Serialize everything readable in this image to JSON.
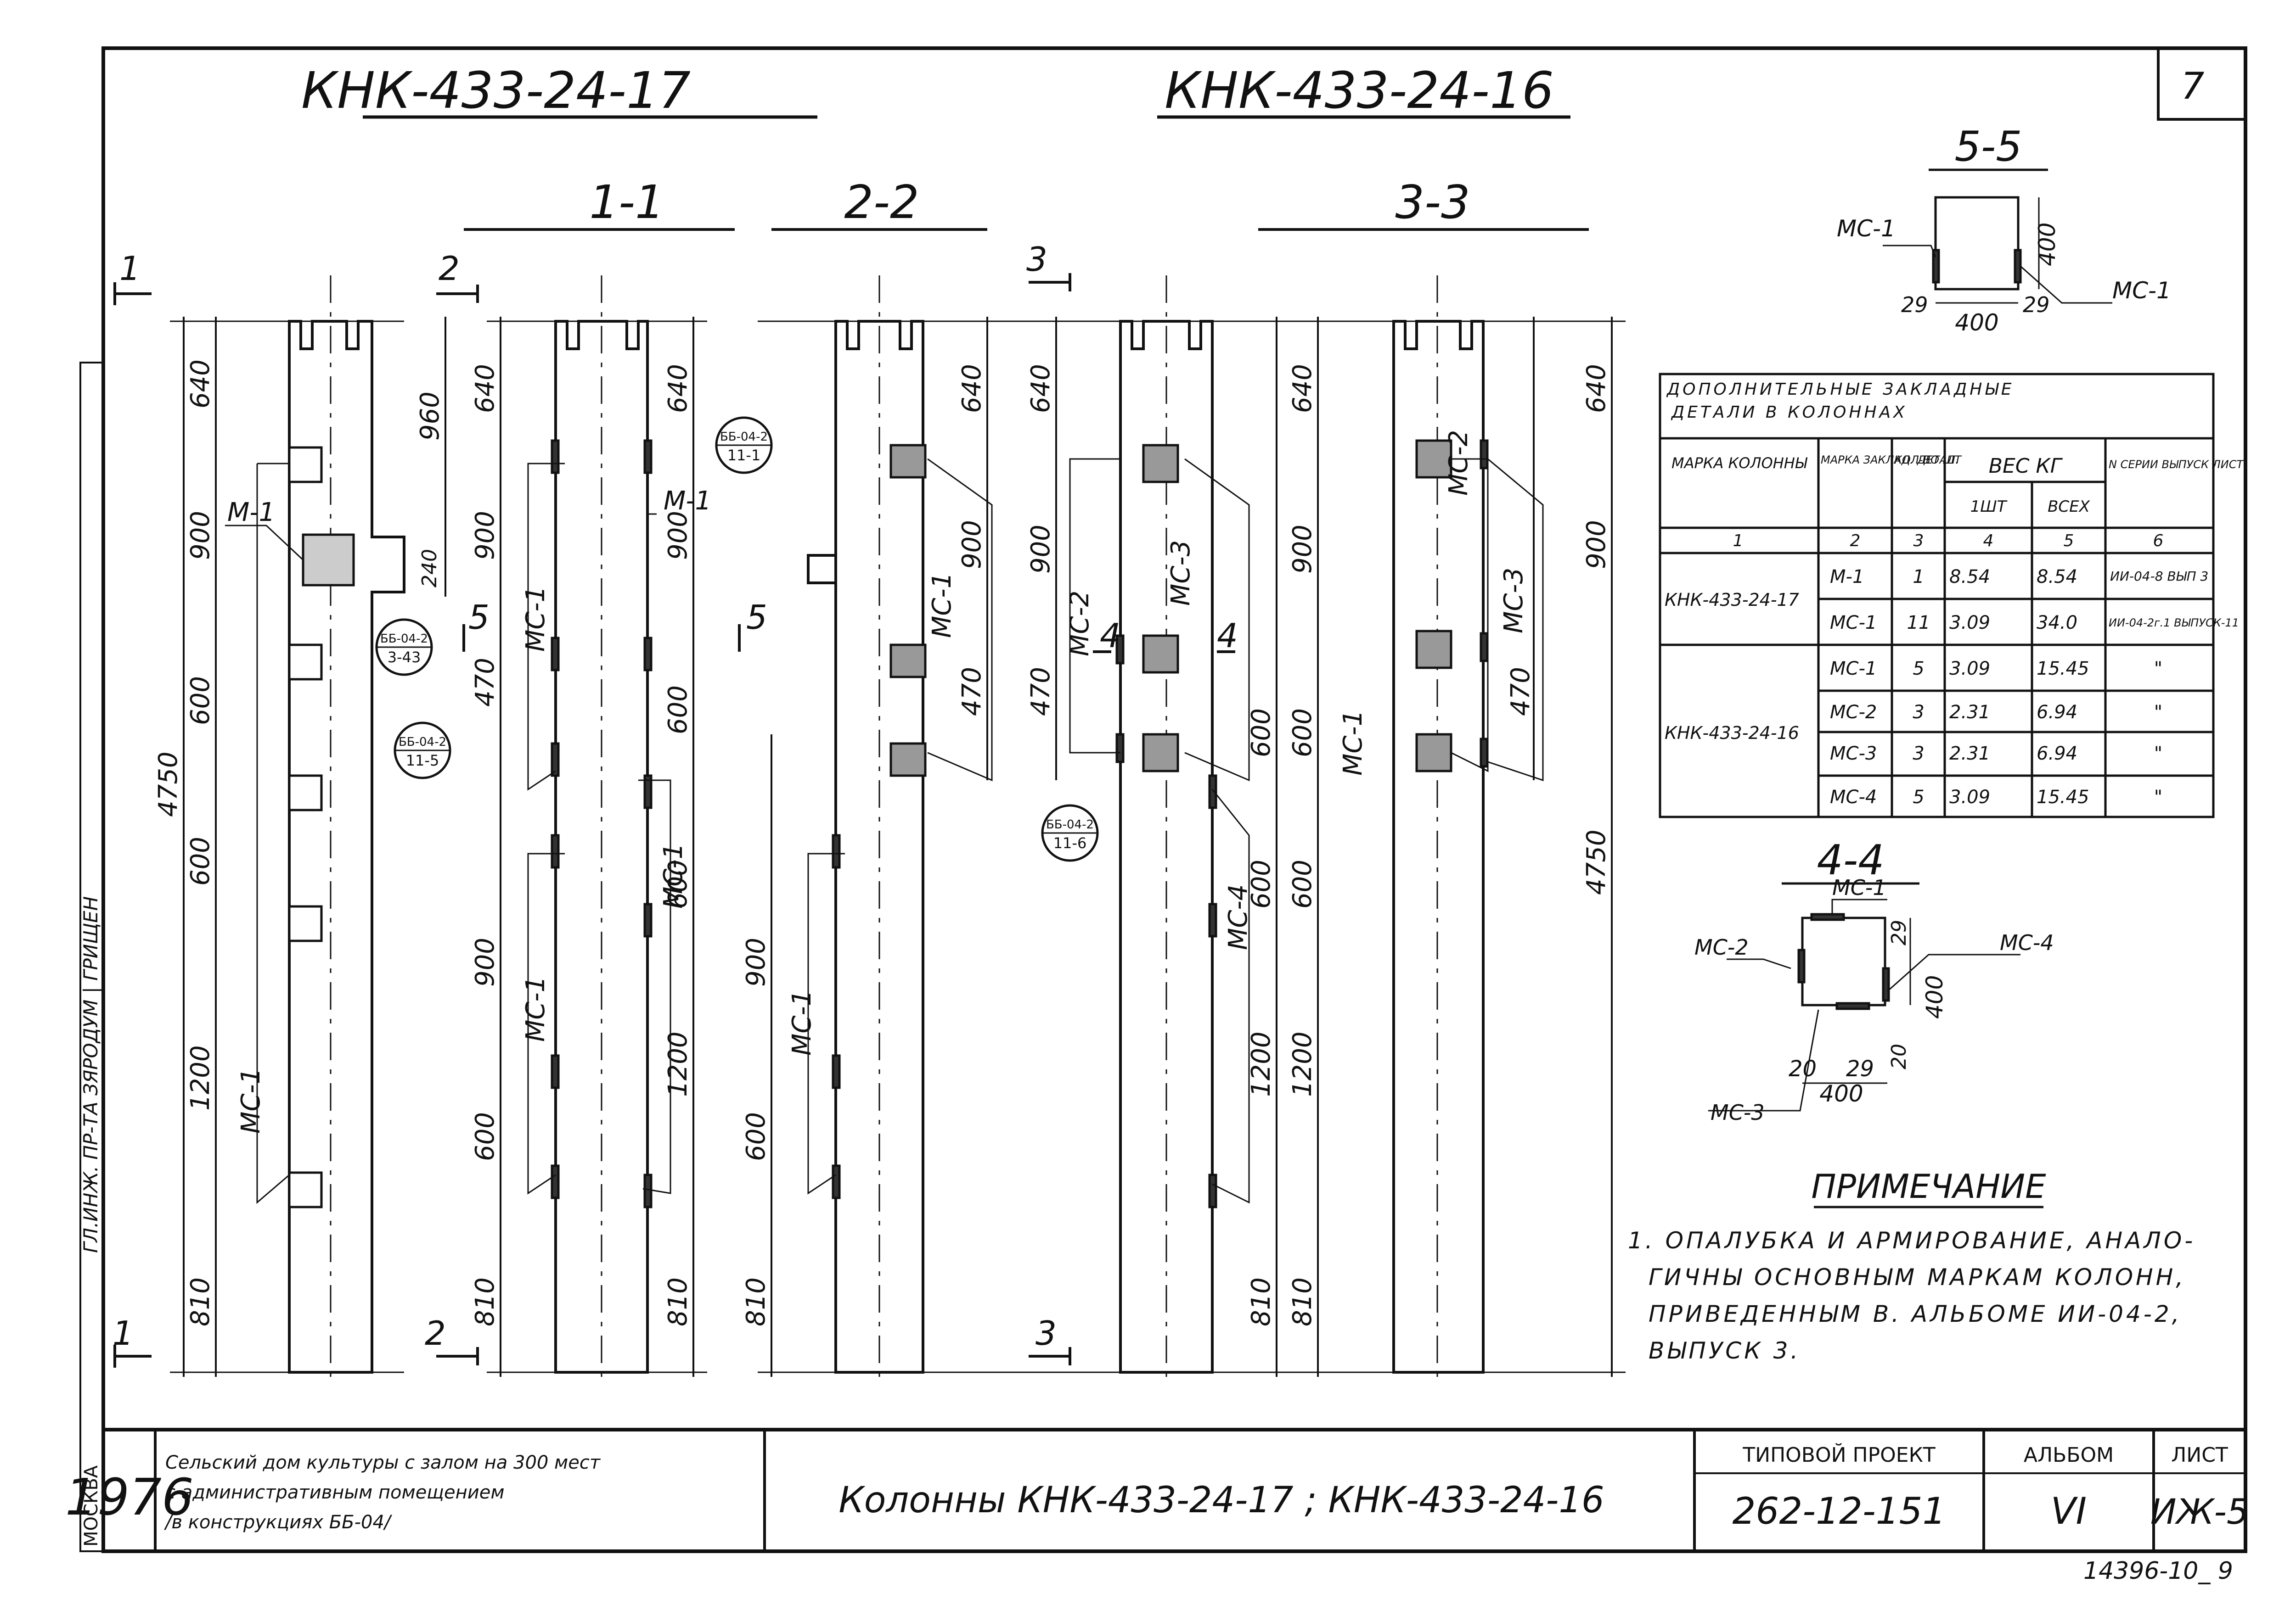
{
  "sheet_number": "7",
  "headers": {
    "left_mark": "КНК-433-24-17",
    "right_mark": "КНК-433-24-16"
  },
  "section_titles": {
    "s11": "1-1",
    "s22": "2-2",
    "s33": "3-3",
    "s55": "5-5",
    "s44": "4-4"
  },
  "cut_marks": {
    "c1": "1",
    "c2": "2",
    "c3": "3",
    "c4": "4",
    "c5": "5"
  },
  "overall_height": "4750",
  "dimensions": {
    "top": "640",
    "d960": "960",
    "d900": "900",
    "d240": "240",
    "d470": "470",
    "d600": "600",
    "d1200": "1200",
    "bottom": "810"
  },
  "part_labels": {
    "m1": "М-1",
    "mc1": "МС-1",
    "mc2": "МС-2",
    "mc3": "МС-3",
    "mc4": "МС-4"
  },
  "ref_bubbles": {
    "r1": {
      "top": "ББ-04-2",
      "bottom": "11-1"
    },
    "r2": {
      "top": "ББ-04-2",
      "bottom": "3-43"
    },
    "r3": {
      "top": "ББ-04-2",
      "bottom": "11-5"
    },
    "r4": {
      "top": "ББ-04-2",
      "bottom": "11-6"
    }
  },
  "section55": {
    "label_left": "МС-1",
    "label_right": "МС-1",
    "dim_height": "400",
    "dim_width": "400",
    "gap_left": "29",
    "gap_right": "29"
  },
  "section44": {
    "top": "МС-1",
    "left": "МС-2",
    "right": "МС-4",
    "bottom": "МС-3",
    "dim_29a": "29",
    "dim_400": "400",
    "dim_20a": "20",
    "dim_29b": "29",
    "dim_20b": "20",
    "dim_width": "400"
  },
  "table": {
    "title_line1": "ДОПОЛНИТЕЛЬНЫЕ ЗАКЛАДНЫЕ",
    "title_line2": "ДЕТАЛИ В КОЛОННАХ",
    "headers": {
      "col_mark": "МАРКА КОЛОННЫ",
      "detail_mark": "МАРКА ЗАКЛАД. ДЕТАЛ.",
      "count": "КОЛ-ВО ШТ",
      "weight": "ВЕС КГ",
      "w1": "1ШТ",
      "wall": "ВСЕХ",
      "series": "N СЕРИИ ВЫПУСК ЛИСТ"
    },
    "col_numbers": [
      "1",
      "2",
      "3",
      "4",
      "5",
      "6"
    ],
    "groups": [
      {
        "column": "КНК-433-24-17",
        "rows": [
          {
            "detail": "М-1",
            "count": "1",
            "w1": "8.54",
            "wall": "8.54",
            "series": "ИИ-04-8 ВЫП 3"
          },
          {
            "detail": "МС-1",
            "count": "11",
            "w1": "3.09",
            "wall": "34.0",
            "series": "ИИ-04-2г.1 ВЫПУСК-11"
          }
        ]
      },
      {
        "column": "КНК-433-24-16",
        "rows": [
          {
            "detail": "МС-1",
            "count": "5",
            "w1": "3.09",
            "wall": "15.45",
            "series": "\""
          },
          {
            "detail": "МС-2",
            "count": "3",
            "w1": "2.31",
            "wall": "6.94",
            "series": "\""
          },
          {
            "detail": "МС-3",
            "count": "3",
            "w1": "2.31",
            "wall": "6.94",
            "series": "\""
          },
          {
            "detail": "МС-4",
            "count": "5",
            "w1": "3.09",
            "wall": "15.45",
            "series": "\""
          }
        ]
      }
    ]
  },
  "notes": {
    "heading": "ПРИМЕЧАНИЕ",
    "line1": "1. ОПАЛУБКА И АРМИРОВАНИЕ, АНАЛО-",
    "line2": "ГИЧНЫ ОСНОВНЫМ МАРКАМ КОЛОНН,",
    "line3": "ПРИВЕДЕННЫМ В. АЛЬБОМЕ ИИ-04-2,",
    "line4": "ВЫПУСК 3."
  },
  "side_strip": {
    "text": "ГЛ.ИНЖ. ПР-ТА ЗЯРОДУМ | ГРИЩЕН",
    "city": "МОСКВА"
  },
  "title_block": {
    "year": "1976",
    "project_line1": "Сельский дом культуры с залом на 300 мест",
    "project_line2": "с административным помещением",
    "project_line3": "/в конструкциях ББ-04/",
    "drawing_title": "Колонны КНК-433-24-17 ; КНК-433-24-16",
    "typ_label": "ТИПОВОЙ ПРОЕКТ",
    "typ_value": "262-12-151",
    "album_label": "АЛЬБОМ",
    "album_value": "VI",
    "sheet_label": "ЛИСТ",
    "sheet_value": "ИЖ-5"
  },
  "archive_number": "14396-10_ 9"
}
